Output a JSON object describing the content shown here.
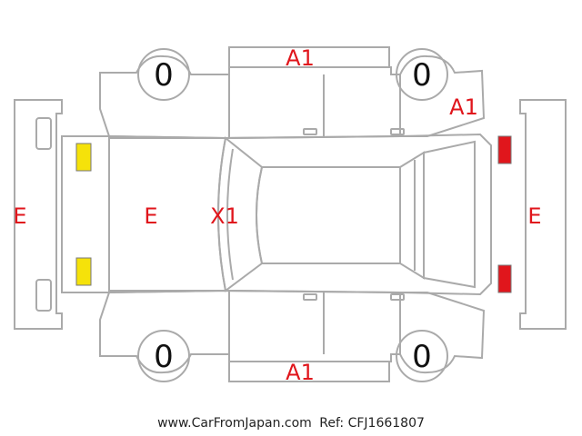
{
  "diagram": {
    "tires": {
      "front_left": "0",
      "front_right": "0",
      "rear_left": "0",
      "rear_right": "0"
    },
    "labels": {
      "left_door_panel": "A1",
      "right_door_panel": "A1",
      "rear_quarter": "A1",
      "front_bumper": "E",
      "hood": "E",
      "windshield": "X1",
      "rear_bumper": "E"
    },
    "markers": {
      "front_left_light": "#f5e20a",
      "front_right_light": "#f5e20a",
      "rear_left_light": "#e0161c",
      "rear_right_light": "#e0161c"
    }
  },
  "footer": {
    "site": "www.CarFromJapan.com",
    "ref": "Ref: CFJ1661807"
  }
}
